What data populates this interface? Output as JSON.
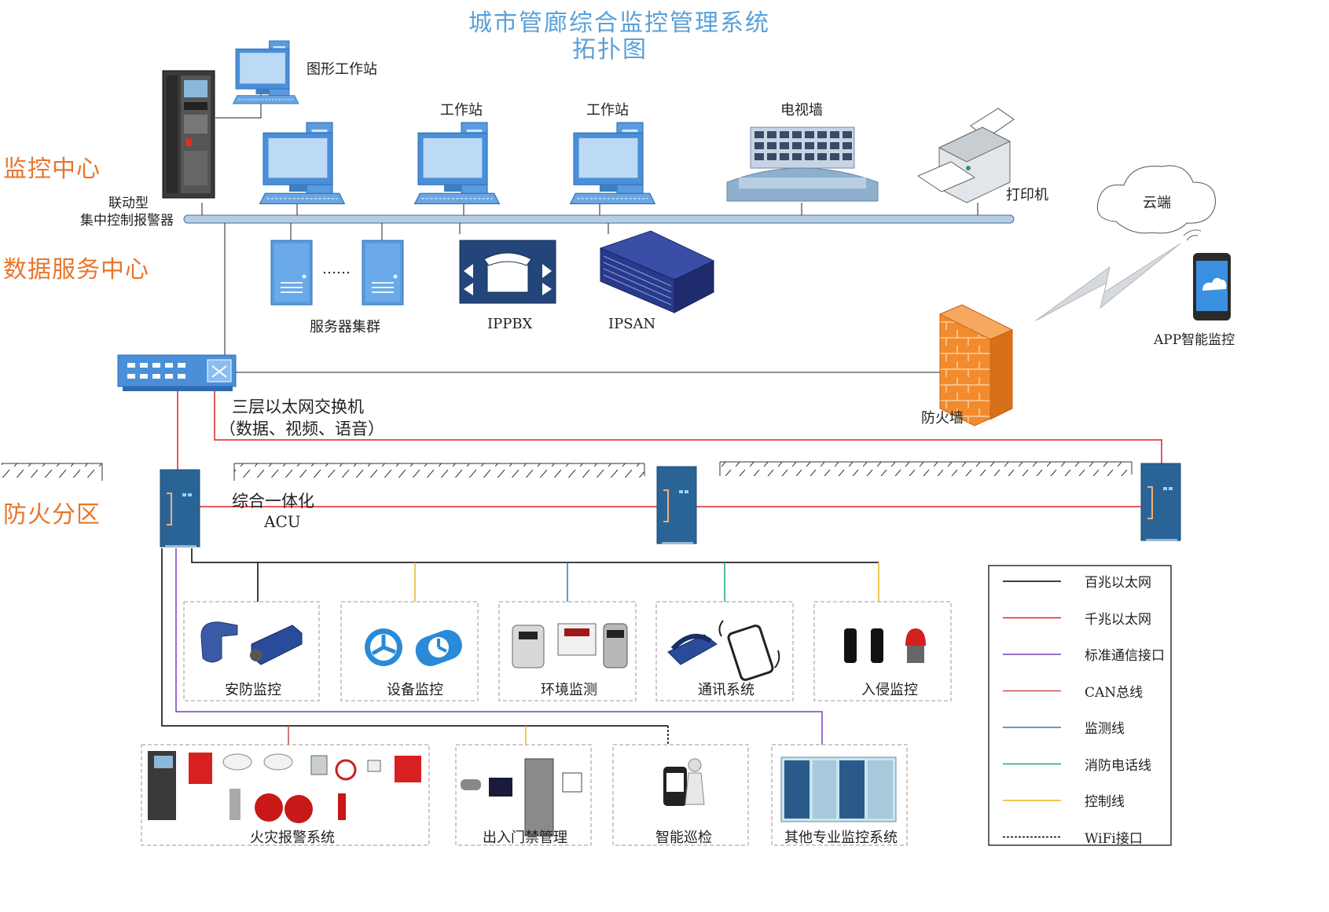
{
  "title": {
    "line1": "城市管廊综合监控管理系统",
    "line2": "拓扑图"
  },
  "zones": {
    "monitor_center": "监控中心",
    "data_center": "数据服务中心",
    "fire_zone": "防火分区"
  },
  "devices": {
    "graphic_ws": "图形工作站",
    "ws1": "工作站",
    "ws2": "工作站",
    "video_wall": "电视墙",
    "printer": "打印机",
    "alarm_line1": "联动型",
    "alarm_line2": "集中控制报警器",
    "cloud": "云端",
    "server_dots": "……",
    "server_cluster": "服务器集群",
    "ippbx": "IPPBX",
    "ipsan": "IPSAN",
    "app": "APP智能监控",
    "firewall": "防火墙",
    "switch_line1": "三层以太网交换机",
    "switch_line2": "（数据、视频、语音）",
    "acu_line1": "综合一体化",
    "acu_line2": "ACU"
  },
  "subsystems": {
    "security": "安防监控",
    "equipment": "设备监控",
    "environment": "环境监测",
    "comms": "通讯系统",
    "intrusion": "入侵监控",
    "fire_alarm": "火灾报警系统",
    "access": "出入门禁管理",
    "patrol": "智能巡检",
    "other": "其他专业监控系统"
  },
  "legend": [
    {
      "label": "百兆以太网",
      "color": "#000000",
      "style": "solid"
    },
    {
      "label": "千兆以太网",
      "color": "#e02020",
      "style": "solid"
    },
    {
      "label": "标准通信接口",
      "color": "#7a3fc0",
      "style": "solid"
    },
    {
      "label": "CAN总线",
      "color": "#c84a4a",
      "style": "solid"
    },
    {
      "label": "监测线",
      "color": "#2a7cc0",
      "style": "solid"
    },
    {
      "label": "消防电话线",
      "color": "#1aa86a",
      "style": "solid"
    },
    {
      "label": "控制线",
      "color": "#e8b820",
      "style": "solid"
    },
    {
      "label": "WiFi接口",
      "color": "#000000",
      "style": "dashed"
    }
  ],
  "colors": {
    "title": "#5aa0d8",
    "zone": "#e8762c",
    "device_blue": "#4a8fd8",
    "bus": "#b8cde4",
    "acu": "#2a6496",
    "firewall": "#f08a30"
  }
}
